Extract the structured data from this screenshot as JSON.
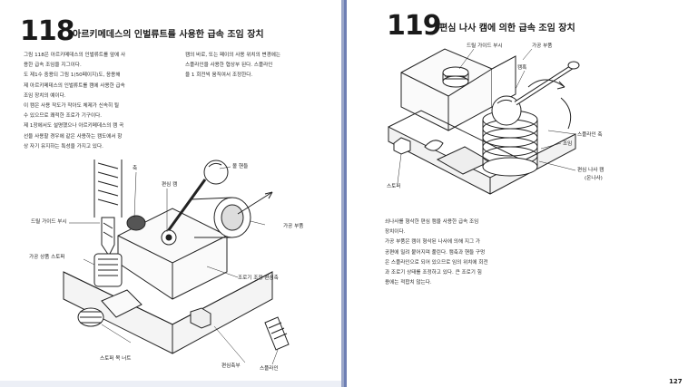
{
  "left_page": {
    "number": "118",
    "title": "아르키메데스의 인벌류트를 사용한 급속 조임 장치",
    "col1": "그림 118은 아르키메데스의 인벌류트를 앞에 사\n용한 급속 조임을 지그이다.\n도 제1수 중용되 그림 1(50페이지)도, 응용해\n제 아르키메데스의 인벌류트를 캠에 사용한 급속\n조임 장치의 예이다.\n이 캠은 사용 작도가 작아도 체제가 신속히 될\n수 있으므로 쾌적한 조로가 기구이다.\n제 1장에서도 설명했으나 아르키메데스의 캠 곡\n선을 사용할 경우에 같은 사용하는 캠도에서 항\n상 자기 유지하는 특성을 가지고 있다.",
    "col2": "캠의 바로, 또는 페이의 사용 위치의 변경에는\n스플라인을 사용한 협상부 된다. 스플라인\n을 1 회전씩 움직여서 조정한다.",
    "labels": {
      "shaft": "축",
      "eccentric_cam": "편심 캠",
      "ball_handle": "볼 핸들",
      "drill_guide_bush": "드릴 가이드 부시",
      "workpiece": "가공 부품",
      "workpiece_stopper": "가공 상품 스토퍼",
      "adjust_eccentric": "조로기 조정 편심축",
      "stopper_neck_bolt": "스토퍼 목 너트",
      "eccentric_shaft": "편심축부",
      "spline": "스플라인"
    }
  },
  "right_page": {
    "number": "119",
    "title": "편심 나사 캠에 의한 급속 조임 장치",
    "paragraph": "쇠나사를 형삭한 편심 캠을 사용한 급속 조임\n장치이다.\n가공 부품은 캠이 형삭된 나사에 의해 지그 가\n공편에 밀려 붙어지며 풀린다. 캠축과 핸들 구멍\n은 스플라인으로 되어 있으므로 임의 위치에 회전\n과 조로기 상태를 조정하고 있다. 큰 조로기 힘\n용에는 적합치 않는다.",
    "labels": {
      "drill_guide_bush": "드릴 가이드 부시",
      "workpiece": "가공 부품",
      "release": "캠혹",
      "spline_shaft": "스플라인 축",
      "clamp": "조임",
      "eccentric_screw_cam": "편심 나사 캠",
      "cam_sub": "(온나사)",
      "stopper": "스토퍼"
    },
    "page_number": "127"
  }
}
